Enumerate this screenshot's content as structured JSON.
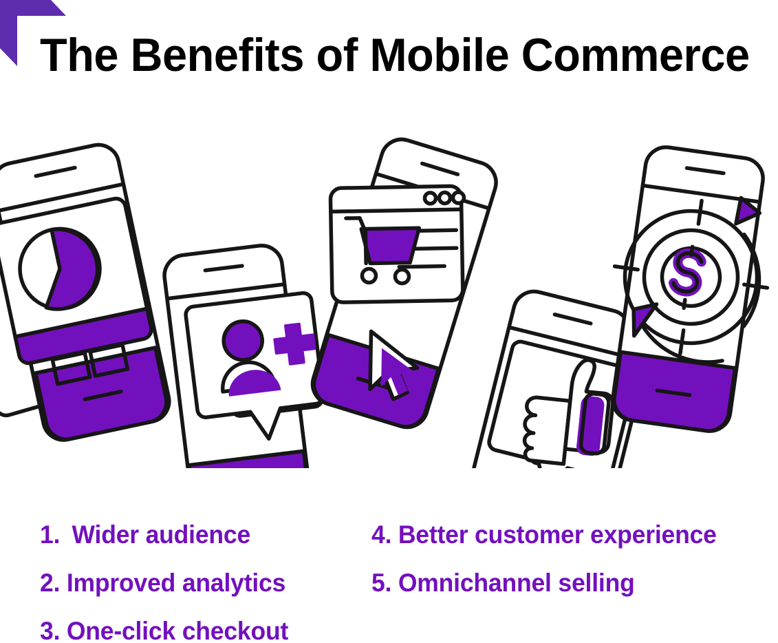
{
  "page": {
    "title": "The Benefits of Mobile Commerce",
    "background_color": "#ffffff"
  },
  "theme": {
    "accent_purple": "#7310BE",
    "corner_purple": "#5E2CAE",
    "ink_black": "#161616",
    "title_color": "#000000"
  },
  "corner_mark": {
    "name": "purple-corner-bracket",
    "color": "#5E2CAE"
  },
  "illustration": {
    "caption": "Five tilted smartphones showing mobile commerce concepts",
    "phones": [
      {
        "id": "phone-analytics",
        "icon": "pie-chart-icon",
        "concept": "Improved analytics",
        "rotation_deg": -12
      },
      {
        "id": "phone-audience",
        "icon": "add-user-icon",
        "concept": "Wider audience",
        "rotation_deg": -8
      },
      {
        "id": "phone-checkout",
        "icon": "shopping-cart-cursor-icon",
        "concept": "One-click checkout",
        "rotation_deg": 18
      },
      {
        "id": "phone-experience",
        "icon": "thumbs-up-icon",
        "concept": "Better customer experience",
        "rotation_deg": 14
      },
      {
        "id": "phone-omnichannel",
        "icon": "dollar-target-icon",
        "concept": "Omnichannel selling",
        "rotation_deg": 8
      }
    ]
  },
  "benefits": {
    "left_column": [
      {
        "number": "1.",
        "label": "Wider audience"
      },
      {
        "number": "2.",
        "label": "Improved analytics"
      },
      {
        "number": "3.",
        "label": "One-click checkout"
      }
    ],
    "right_column": [
      {
        "number": "4.",
        "label": "Better customer experience"
      },
      {
        "number": "5.",
        "label": "Omnichannel selling"
      }
    ]
  }
}
